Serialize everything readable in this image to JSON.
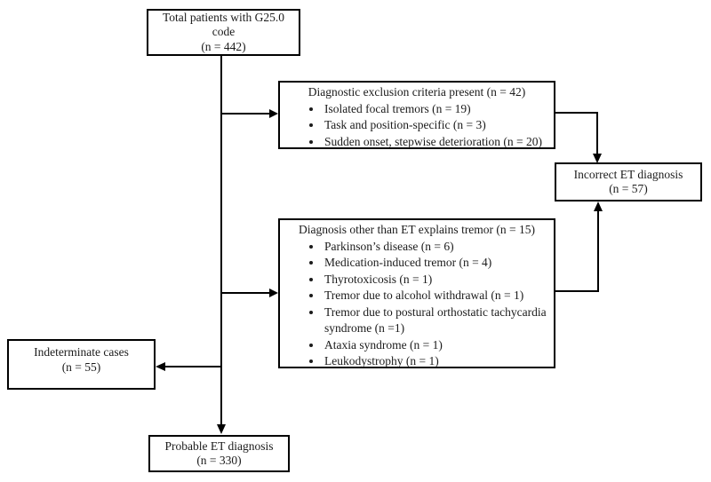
{
  "flowchart": {
    "total_box": {
      "line1": "Total patients with G25.0",
      "line2": "code",
      "line3": "(n = 442)"
    },
    "exclusion_box": {
      "title": "Diagnostic exclusion criteria present (n = 42)",
      "items": [
        "Isolated focal tremors (n = 19)",
        "Task and position-specific (n = 3)",
        "Sudden onset, stepwise deterioration (n = 20)"
      ]
    },
    "other_diagnosis_box": {
      "title": "Diagnosis other than ET explains tremor (n = 15)",
      "items": [
        "Parkinson’s disease (n = 6)",
        "Medication-induced tremor (n = 4)",
        "Thyrotoxicosis (n = 1)",
        "Tremor due to alcohol withdrawal (n = 1)",
        "Tremor due to postural orthostatic tachycardia syndrome (n =1)",
        "Ataxia syndrome (n = 1)",
        "Leukodystrophy (n = 1)"
      ]
    },
    "incorrect_box": {
      "line1": "Incorrect ET diagnosis",
      "line2": "(n = 57)"
    },
    "indeterminate_box": {
      "line1": "Indeterminate cases",
      "line2": "(n = 55)"
    },
    "probable_box": {
      "line1": "Probable ET diagnosis",
      "line2": "(n = 330)"
    }
  },
  "colors": {
    "background": "#ffffff",
    "box_border": "#000000",
    "connector": "#000000",
    "text": "#1b1b1b"
  }
}
